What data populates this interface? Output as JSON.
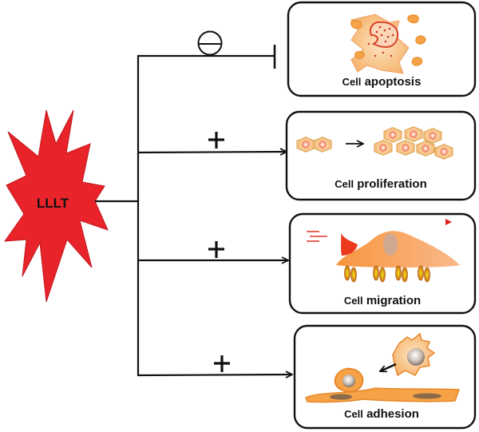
{
  "diagram": {
    "source": {
      "label": "LLLT",
      "color": "#e8232a"
    },
    "effects": [
      {
        "id": "apoptosis",
        "sign": "⊖",
        "relation": "inhibits",
        "label_prefix": "Cell",
        "label_main": "apoptosis"
      },
      {
        "id": "proliferation",
        "sign": "+",
        "relation": "promotes",
        "label_prefix": "Cell",
        "label_main": "proliferation"
      },
      {
        "id": "migration",
        "sign": "+",
        "relation": "promotes",
        "label_prefix": "Cell",
        "label_main": "migration"
      },
      {
        "id": "adhesion",
        "sign": "+",
        "relation": "promotes",
        "label_prefix": "Cell",
        "label_main": "adhesion"
      }
    ],
    "colors": {
      "cell_fill": "#f7b26a",
      "cell_edge": "#e8882b",
      "nucleus": "#f06a4a",
      "line": "#111111"
    }
  }
}
